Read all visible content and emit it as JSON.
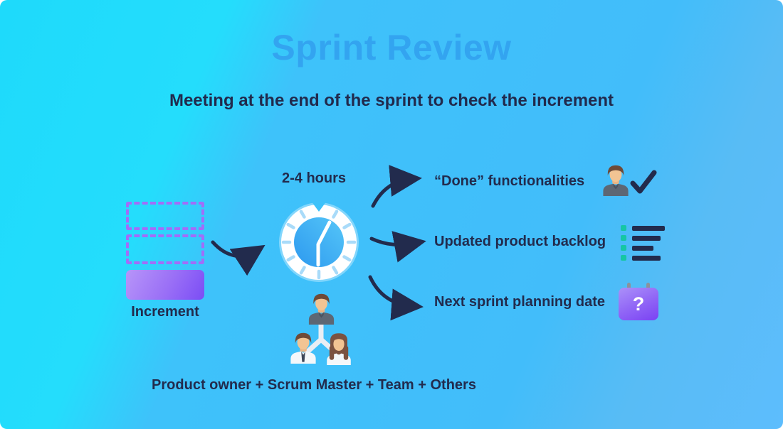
{
  "title": "Sprint Review",
  "subtitle": "Meeting at the end of the sprint to check the increment",
  "increment": {
    "label": "Increment"
  },
  "clock": {
    "duration_label": "2-4 hours"
  },
  "outcomes": [
    {
      "label": "“Done” functionalities",
      "icon": "person-check-icon"
    },
    {
      "label": "Updated product backlog",
      "icon": "backlog-list-icon"
    },
    {
      "label": "Next sprint planning date",
      "icon": "calendar-question-icon",
      "badge": "?"
    }
  ],
  "participants": {
    "label": "Product owner + Scrum Master + Team + Others"
  },
  "colors": {
    "background_cyan": "#22ddfc",
    "background_blue": "#3ec2fa",
    "background_light_blue": "#5dbdfd",
    "text_navy": "#222b4d",
    "title_blue": "#33a4f0",
    "accent_purple": "#8b5cf6",
    "accent_teal": "#16c6a4",
    "clock_blue": "#2d99ef"
  }
}
